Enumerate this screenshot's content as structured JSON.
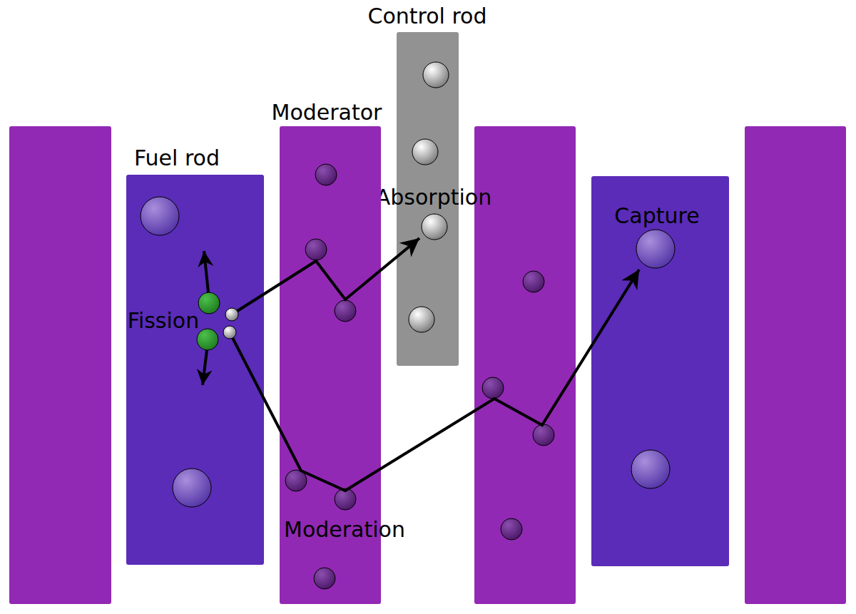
{
  "diagram": {
    "nodes": [
      {
        "text": [
          "Control rod",
          "Absorption"
        ]
      },
      {
        "text": [
          "Moderator",
          "Moderation"
        ]
      },
      {
        "text": [
          "Fuel rod",
          "Fission"
        ]
      },
      {
        "text": [
          "Capture"
        ]
      }
    ],
    "edges": [
      {
        "from": 2,
        "to": 0,
        "arrow": "to"
      },
      {
        "from": 2,
        "to": 3,
        "arrow": "to"
      }
    ]
  }
}
